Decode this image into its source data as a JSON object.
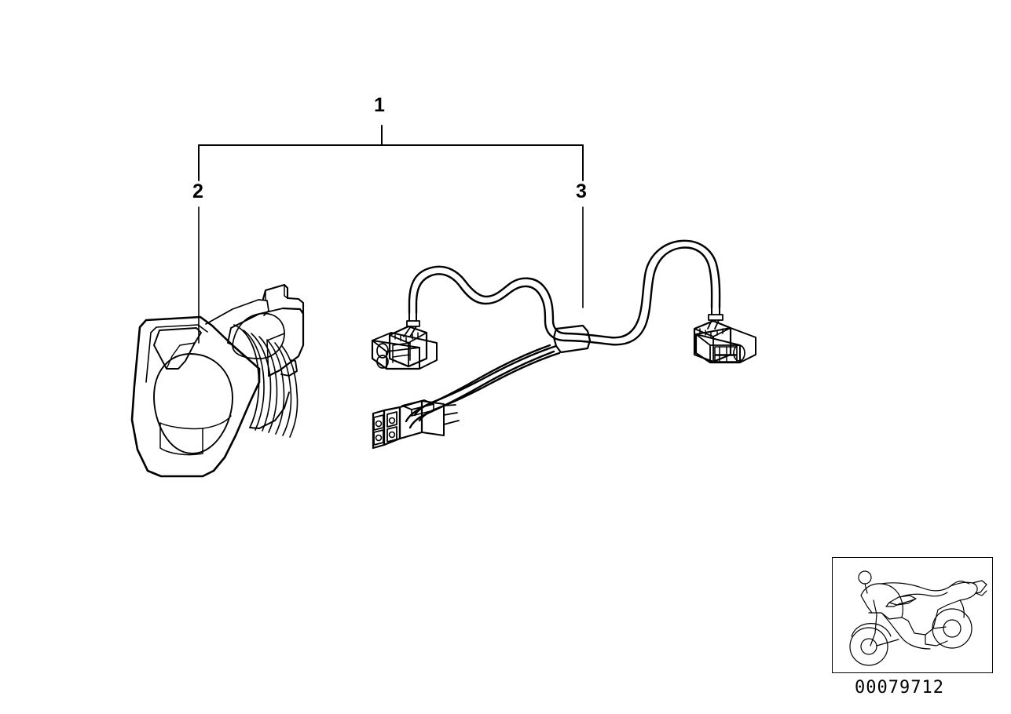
{
  "document": {
    "type": "exploded-parts-diagram",
    "background_color": "#ffffff",
    "line_color": "#000000"
  },
  "callouts": [
    {
      "id": "1",
      "label": "1",
      "name": "assembly-bracket-callout",
      "description": "Overall assembly bracket spanning items 2 and 3"
    },
    {
      "id": "2",
      "label": "2",
      "name": "power-socket-callout",
      "description": "Power socket / accessory outlet with connector housing"
    },
    {
      "id": "3",
      "label": "3",
      "name": "wiring-harness-callout",
      "description": "Wiring harness adapter cable with three connectors"
    }
  ],
  "parts": {
    "socket": {
      "name": "power-socket",
      "callout": "2"
    },
    "harness": {
      "name": "wiring-harness",
      "callout": "3",
      "connectors": [
        {
          "name": "connector-upper-left",
          "position": "upper-left"
        },
        {
          "name": "connector-lower-left",
          "position": "lower-left"
        },
        {
          "name": "connector-right",
          "position": "right"
        }
      ],
      "splice": {
        "name": "cable-splice-sleeve"
      }
    }
  },
  "thumbnail": {
    "name": "motorcycle-thumbnail",
    "icon": "motorcycle-icon",
    "alt": "Motorcycle side view"
  },
  "diagram_number": "00079712"
}
